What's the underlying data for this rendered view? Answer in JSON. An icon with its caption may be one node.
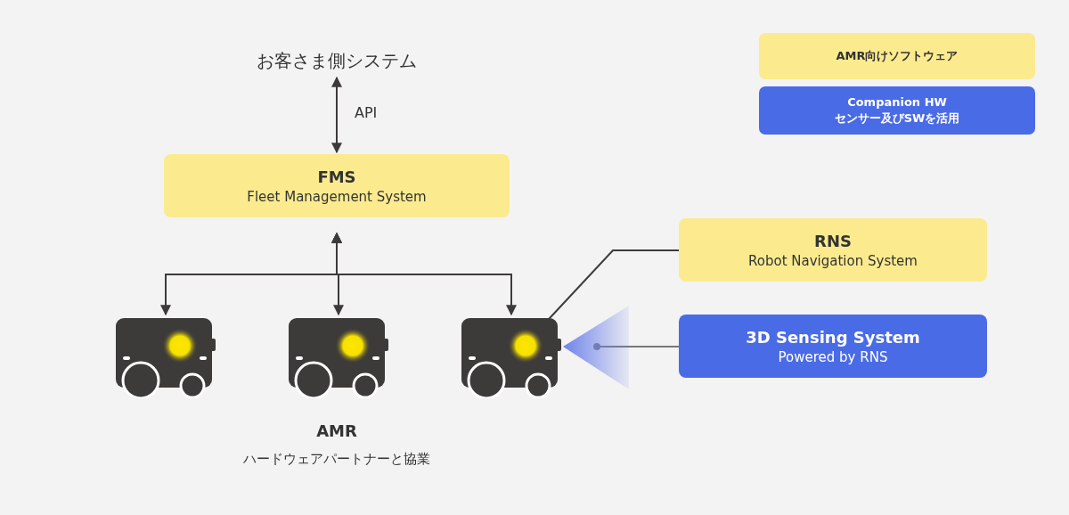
{
  "diagram": {
    "nodes": [
      {
        "text": [
          "お客さま側システム"
        ]
      },
      {
        "text": [
          "FMS",
          "Fleet Management System"
        ]
      },
      {
        "text": [],
        "shape": "picture"
      },
      {
        "text": [],
        "shape": "picture"
      },
      {
        "text": [],
        "shape": "picture"
      },
      {
        "text": [
          "RNS",
          "Robot Navigation System"
        ]
      },
      {
        "text": [
          "3D Sensing System",
          "Powered by RNS"
        ]
      },
      {
        "text": [],
        "shape": "picture"
      }
    ],
    "edges": [
      {
        "from": 0,
        "to": 1,
        "arrow": "both",
        "label": "API"
      },
      {
        "from": 1,
        "to": 2,
        "arrow": "both"
      },
      {
        "from": 1,
        "to": 3,
        "arrow": "both"
      },
      {
        "from": 1,
        "to": 4,
        "arrow": "both"
      },
      {
        "from": 5,
        "to": 4,
        "arrow": "other"
      },
      {
        "from": 6,
        "to": 7,
        "arrow": "other"
      }
    ],
    "labels": [
      "AMR",
      "ハードウェアパートナーと協業"
    ],
    "legend": [
      {
        "text": "AMR向けソフトウェア",
        "color": "#fbeb8e"
      },
      {
        "text": "Companion HW センサー及びSWを活用",
        "color": "#4a6be6"
      }
    ]
  }
}
